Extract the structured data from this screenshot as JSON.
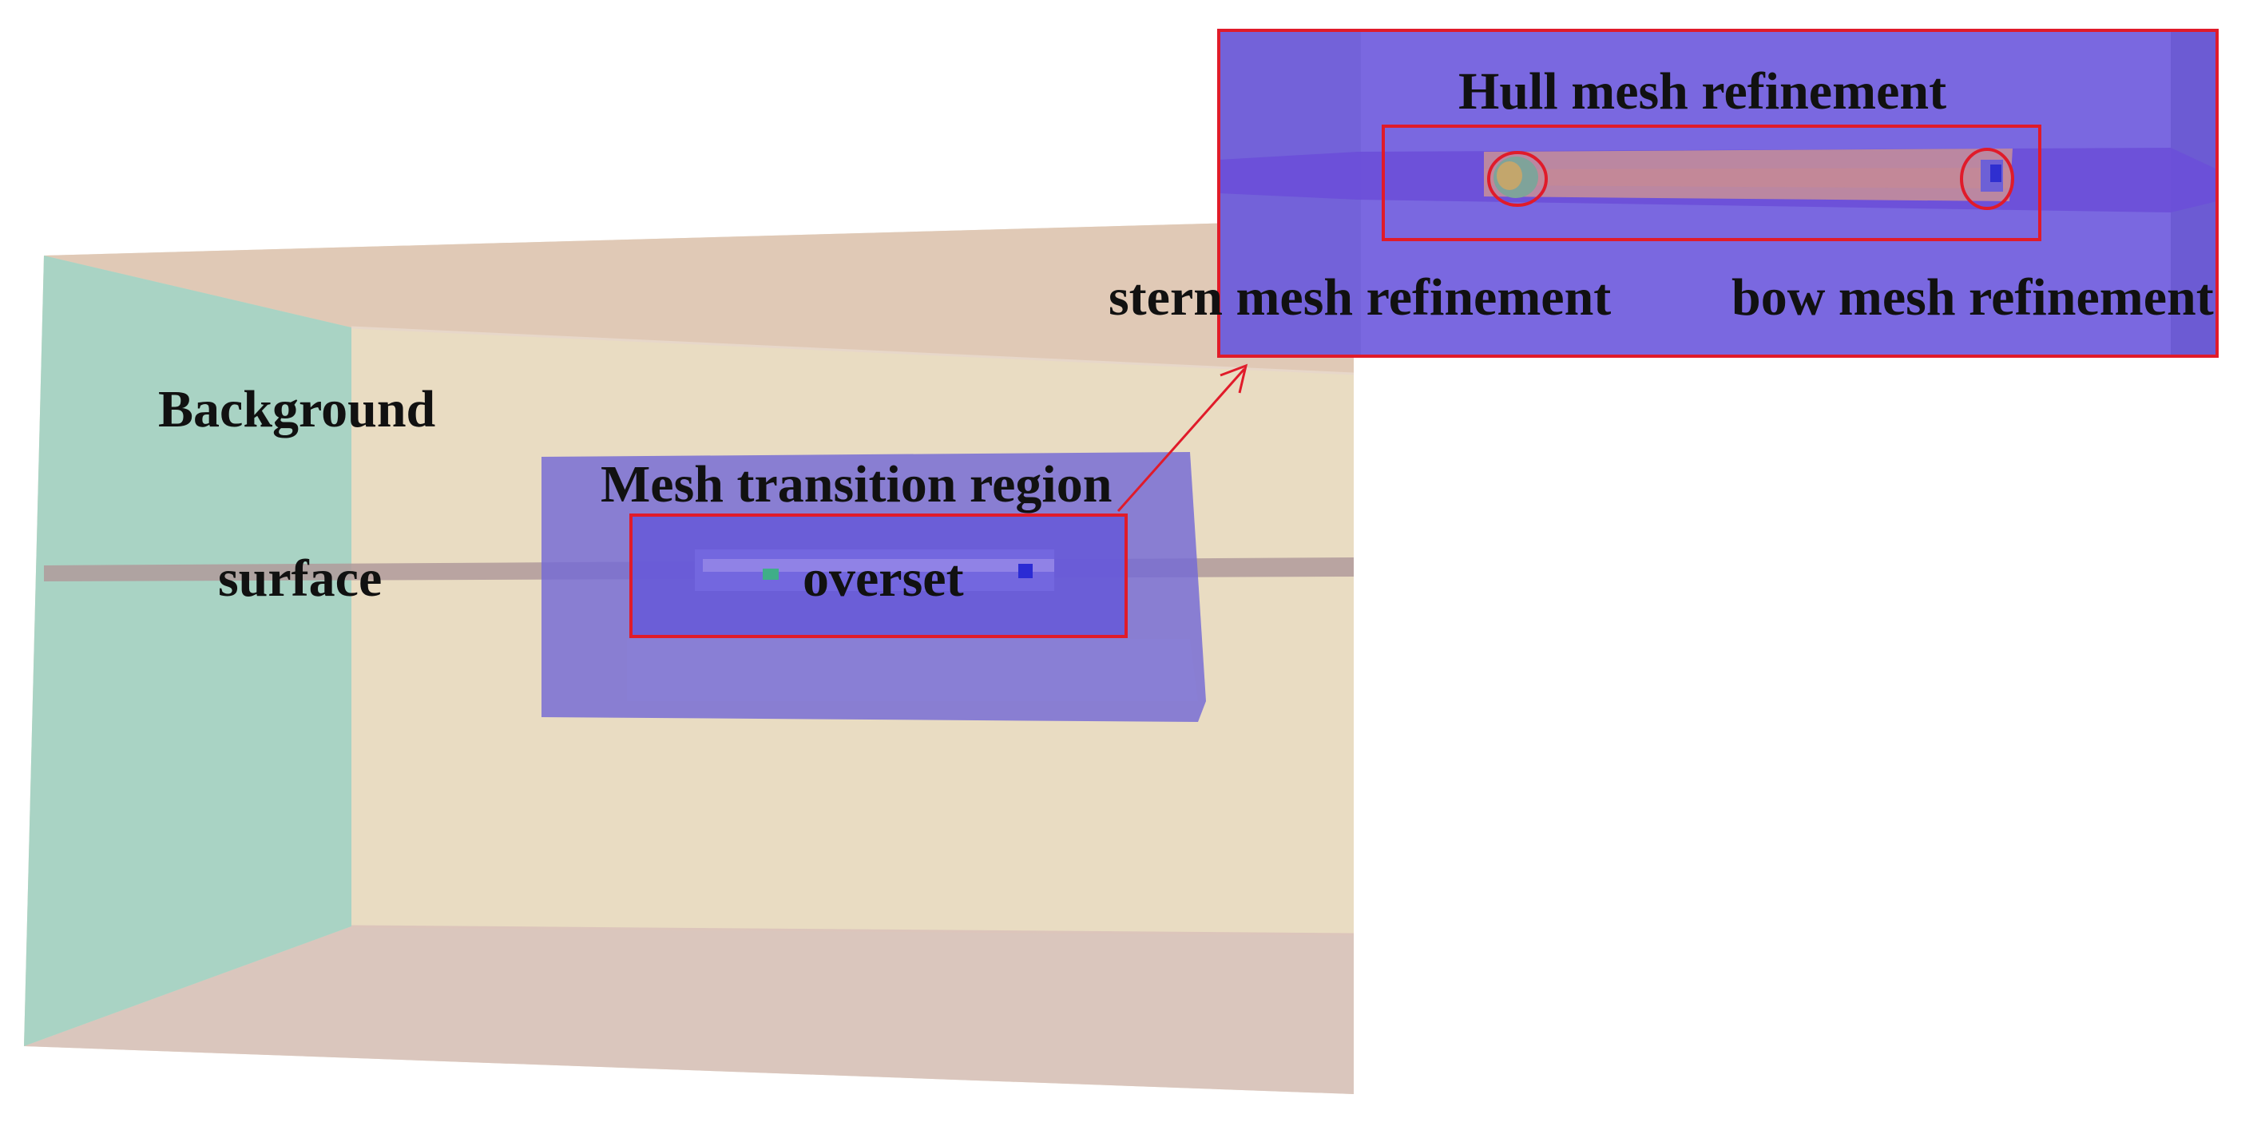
{
  "labels": {
    "background": "Background",
    "surface": "surface",
    "mesh_transition_region": "Mesh transition region",
    "overset": "overset",
    "hull_mesh_refinement": "Hull mesh refinement",
    "stern_mesh_refinement": "stern mesh refinement",
    "bow_mesh_refinement": "bow mesh refinement"
  },
  "colors": {
    "background_domain_fill": "#e9dcc2",
    "background_domain_top": "#dcc0b0",
    "background_domain_bottom": "#d9c2bb",
    "inlet_face": "#a7d2c3",
    "free_surface_band": "#b19a9a",
    "transition_region": "#7a70d6",
    "overset_region": "#6658d8",
    "inset_panel": "#7a68e0",
    "hull_body": "#c98f97",
    "highlight_outline": "#e01b2a",
    "label_text": "#111111"
  }
}
